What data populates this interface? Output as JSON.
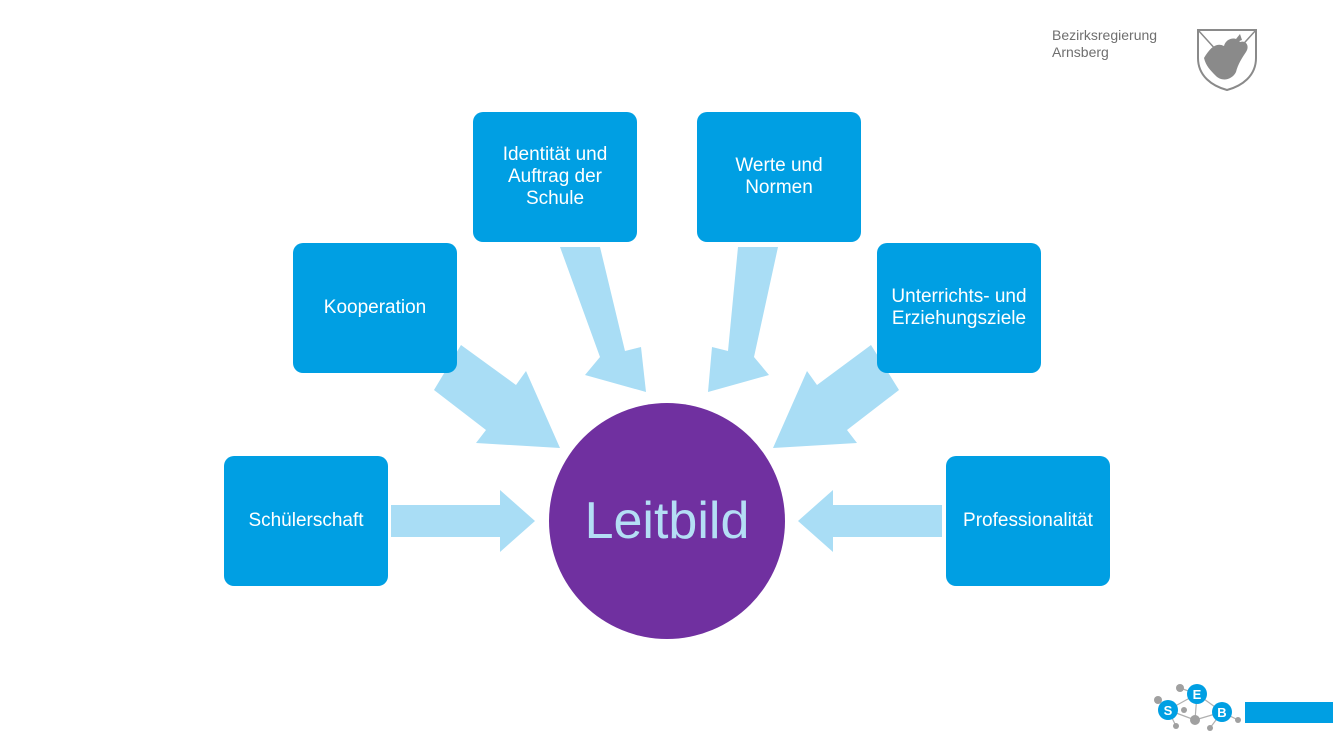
{
  "header": {
    "org_name": "Bezirksregierung\nArnsberg",
    "crest_icon": "nrw-crest-icon"
  },
  "diagram": {
    "center": "Leitbild",
    "boxes": [
      "Schülerschaft",
      "Kooperation",
      "Identität und\nAuftrag der\nSchule",
      "Werte und\nNormen",
      "Unterrichts- und\nErziehungsziele",
      "Professionalität"
    ],
    "colors": {
      "box": "#009fe3",
      "arrow": "#a9ddf5",
      "center": "#7030a0",
      "center_text": "#b4def5"
    }
  },
  "footer": {
    "logo_letters": [
      "S",
      "E",
      "B"
    ],
    "logo_icon": "seb-network-logo-icon"
  }
}
